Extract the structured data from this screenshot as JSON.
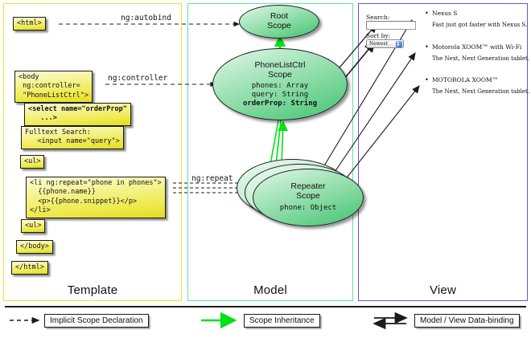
{
  "panels": {
    "template": {
      "label": "Template",
      "border_color": "#ece62a"
    },
    "model": {
      "label": "Model",
      "border_color": "#5fe2a8"
    },
    "view": {
      "label": "View",
      "border_color": "#6a55d8"
    }
  },
  "template_boxes": [
    {
      "id": "html-open",
      "text": "<html>"
    },
    {
      "id": "body-open",
      "text": "<body\n ng:controller=\n \"PhoneListCtrl\">"
    },
    {
      "id": "select",
      "text": "<select name=\"orderProp\"\n   ...>"
    },
    {
      "id": "fulltext",
      "text": "Fulltext Search:\n   <input name=\"query\">"
    },
    {
      "id": "ul-open",
      "text": "<ul>"
    },
    {
      "id": "li-repeat",
      "text": "<li ng:repeat=\"phone in phones\">\n  {{phone.name}}\n  <p>{{phone.snippet}}</p>\n</li>"
    },
    {
      "id": "ul-close",
      "text": "<ul>"
    },
    {
      "id": "body-close",
      "text": "</body>"
    },
    {
      "id": "html-close",
      "text": "</html>"
    }
  ],
  "scopes": [
    {
      "id": "root",
      "title": "Root\nScope",
      "props": ""
    },
    {
      "id": "ctrl",
      "title": "PhoneListCtrl\nScope",
      "props_plain": "phones: Array\nquery: String",
      "props_bold": "orderProp: String"
    },
    {
      "id": "repeater",
      "title": "Repeater\nScope",
      "props": "phone: Object"
    }
  ],
  "wire_labels": {
    "autobind": "ng:autobind",
    "controller": "ng:controller",
    "repeat": "ng:repeat"
  },
  "view": {
    "search_label": "Search:",
    "search_value": "",
    "sort_label": "Sort by:",
    "sort_selected": "Newest",
    "phones": [
      {
        "name": "Nexus S",
        "snippet": "Fast just got faster with Nexus S."
      },
      {
        "name": "Motorola XOOM™ with Wi-Fi",
        "snippet": "The Next, Next Generation tablet."
      },
      {
        "name": "MOTOROLA XOOM™",
        "snippet": "The Next, Next Generation tablet."
      }
    ]
  },
  "legend": [
    {
      "id": "implicit",
      "label": "Implicit Scope Declaration",
      "style": "dashed-arrow",
      "color": "#1b1b1b"
    },
    {
      "id": "inheritance",
      "label": "Scope Inheritance",
      "style": "green-arrow",
      "color": "#00e218"
    },
    {
      "id": "databinding",
      "label": "Model / View Data-binding",
      "style": "double-arrow",
      "color": "#1b1b1b"
    }
  ],
  "colors": {
    "box_fill": "#eeea4f",
    "scope_fill": "#8fdda9",
    "inheritance_green": "#00e218",
    "stroke": "#1b1b1b"
  }
}
